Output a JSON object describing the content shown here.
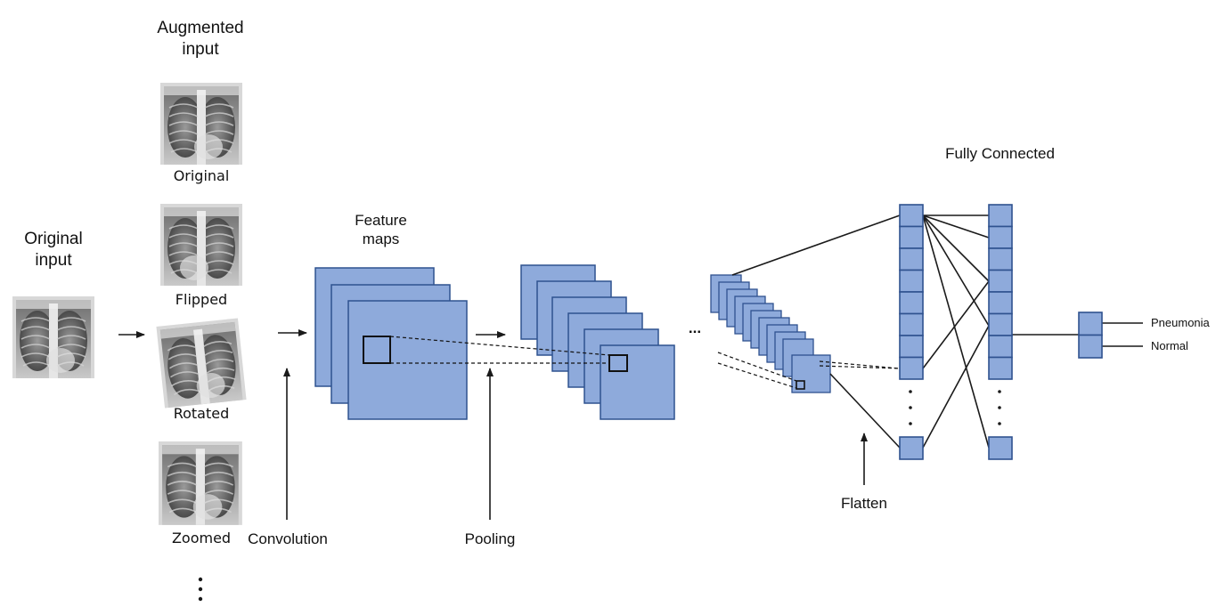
{
  "labels": {
    "original_input": "Original input",
    "augmented_input": "Augmented input",
    "feature_maps": "Feature maps",
    "fully_connected": "Fully Connected",
    "convolution": "Convolution",
    "pooling": "Pooling",
    "flatten": "Flatten",
    "ellipsis": "..."
  },
  "augmentations": [
    {
      "label": "Original"
    },
    {
      "label": "Flipped"
    },
    {
      "label": "Rotated"
    },
    {
      "label": "Zoomed"
    }
  ],
  "outputs": [
    "Pneumonia",
    "Normal"
  ],
  "colors": {
    "layer_fill": "#8eaadb",
    "layer_stroke": "#2f528f",
    "line": "#1a1a1a"
  }
}
